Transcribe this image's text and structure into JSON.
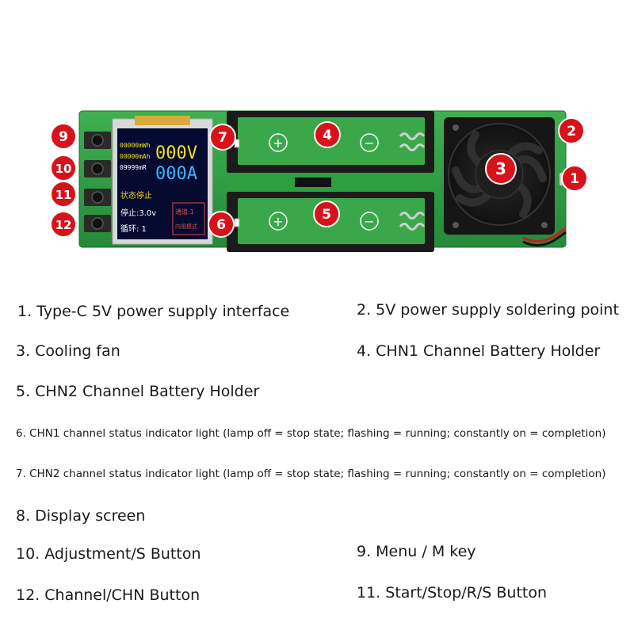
{
  "board": {
    "lcd": {
      "volt": "000V",
      "amp": "000A",
      "mwh": "00000mWh",
      "mah": "00000mAh",
      "mr": "09999mR",
      "chan_box_top": "通道:1",
      "chan_box_bottom": "内阻模式",
      "state": "状态停止",
      "stop": "停止:3.0v",
      "cycle": "循环: 1"
    },
    "markers": [
      {
        "num": "1"
      },
      {
        "num": "2"
      },
      {
        "num": "3"
      },
      {
        "num": "4"
      },
      {
        "num": "5"
      },
      {
        "num": "6"
      },
      {
        "num": "7"
      },
      {
        "num": "9"
      },
      {
        "num": "10"
      },
      {
        "num": "11"
      },
      {
        "num": "12"
      }
    ],
    "holder_symbols": {
      "plus": "+",
      "minus": "−"
    },
    "colors": {
      "pcb": "#2e9e3e",
      "pcb_dark": "#1f7a2d",
      "holder": "#1b1b1b",
      "marker": "#d8121b",
      "lcd_bg": "#050a30"
    }
  },
  "legend": [
    {
      "text": "1. Type-C 5V power supply interface"
    },
    {
      "text": "2. 5V power supply soldering point"
    },
    {
      "text": "3. Cooling fan"
    },
    {
      "text": "4. CHN1 Channel Battery Holder"
    },
    {
      "text": "5. CHN2 Channel Battery Holder"
    },
    {
      "text": "6. CHN1 channel status indicator light (lamp off = stop state; flashing = running; constantly on = completion)"
    },
    {
      "text": "7. CHN2 channel status indicator light (lamp off = stop state; flashing = running; constantly on = completion)"
    },
    {
      "text": "8. Display screen"
    },
    {
      "text": "10. Adjustment/S Button"
    },
    {
      "text": "9. Menu / M key"
    },
    {
      "text": "12. Channel/CHN Button"
    },
    {
      "text": "11. Start/Stop/R/S Button"
    }
  ]
}
